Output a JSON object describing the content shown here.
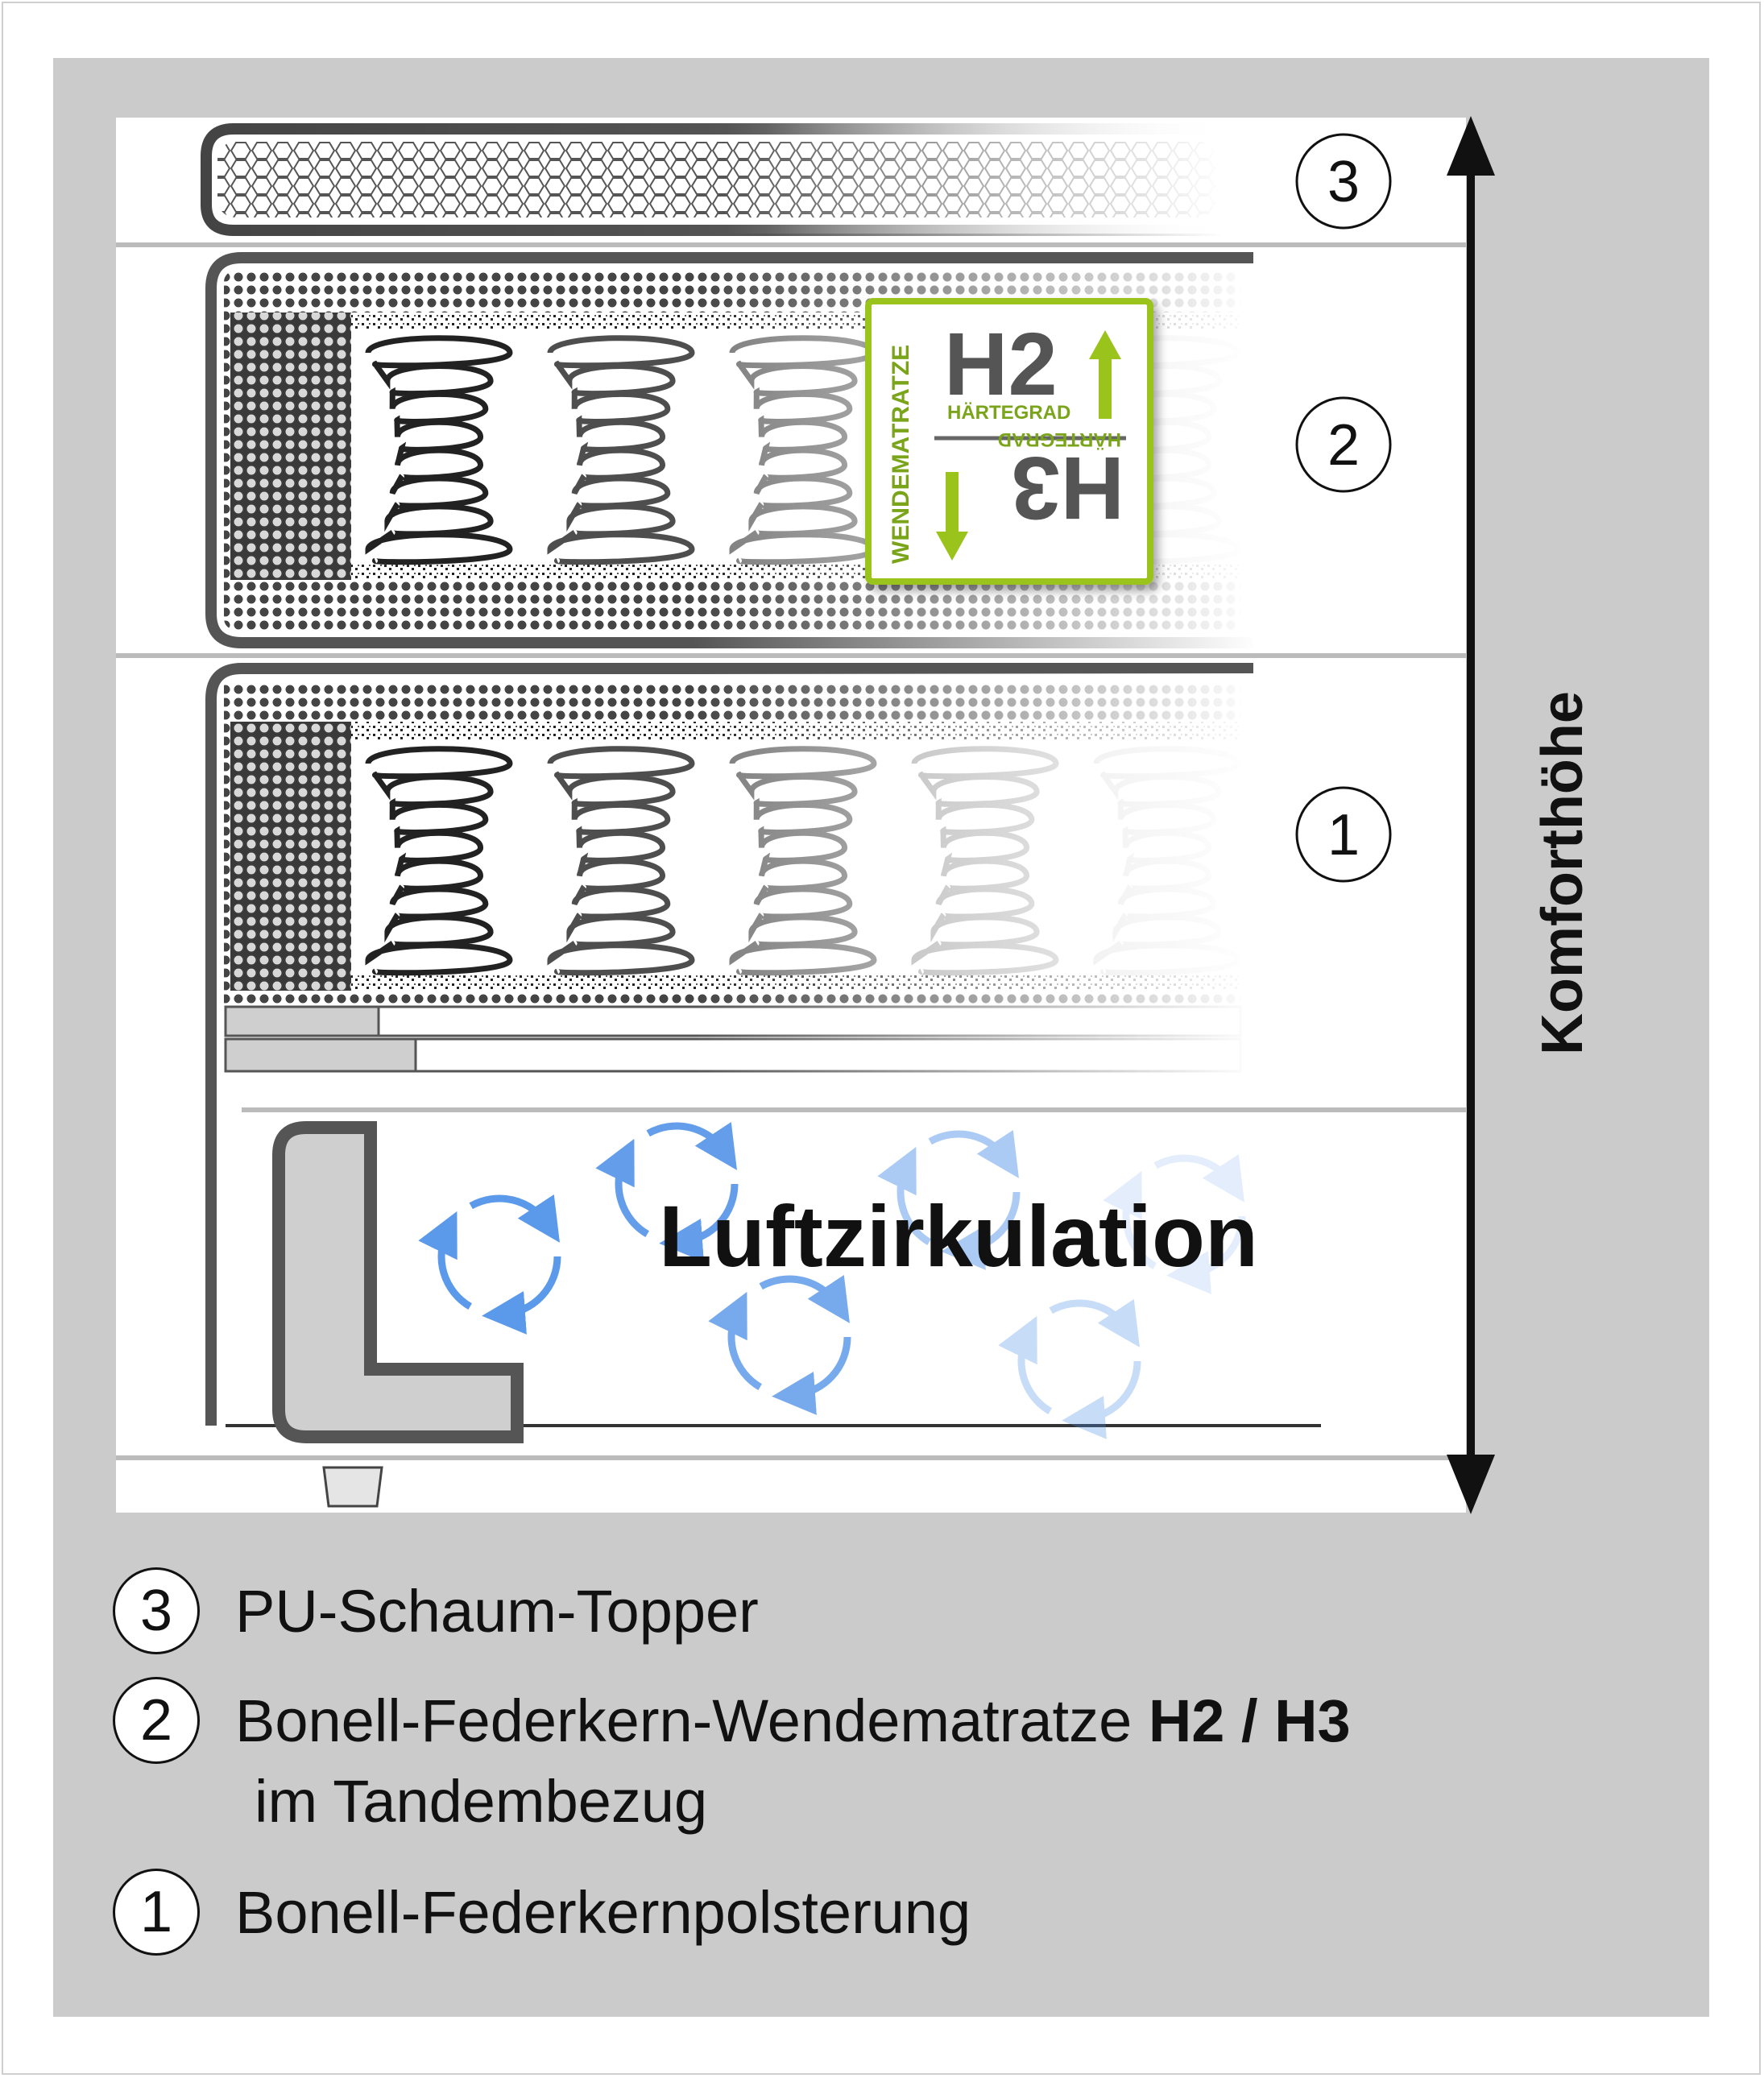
{
  "diagram": {
    "layer_numbers": [
      "3",
      "2",
      "1"
    ],
    "badge": {
      "side_label": "WENDEMATRATZE",
      "top_grade": "H2",
      "top_caption": "HÄRTEGRAD",
      "bottom_grade": "H3",
      "bottom_caption": "HÄRTEGRAD"
    },
    "air_label": "Luftzirkulation",
    "axis_label": "Komforthöhe"
  },
  "legend": [
    {
      "num": "3",
      "text": "PU-Schaum-Topper"
    },
    {
      "num": "2",
      "text": "Bonell-Federkern-Wendematratze ",
      "bold": "H2 / H3",
      "continuation": " im Tandembezug"
    },
    {
      "num": "1",
      "text": "Bonell-Federkernpolsterung"
    }
  ],
  "colors": {
    "panel": "#cbcbcb",
    "badge_green": "#9ac31c",
    "arrow_blue": "#4a8ee8",
    "frame_dark": "#555555"
  }
}
